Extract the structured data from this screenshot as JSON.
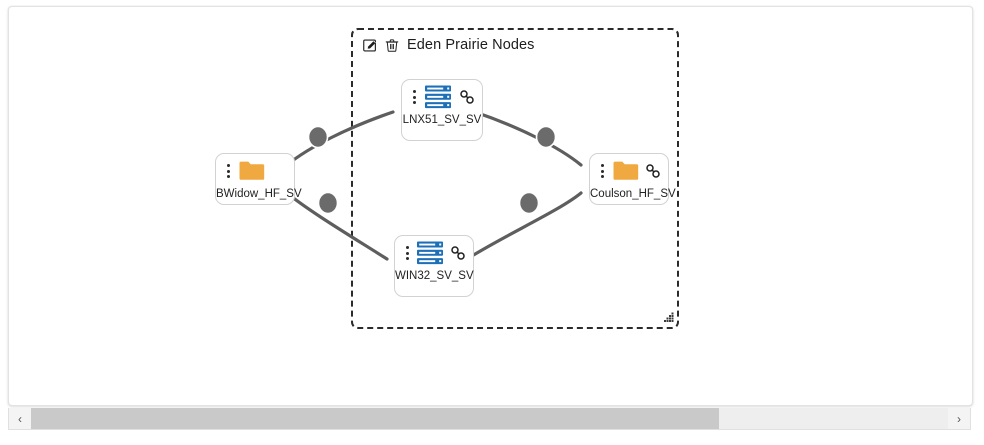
{
  "canvas": {
    "background_color": "#ffffff",
    "border_color": "#e3e3e3"
  },
  "group": {
    "title": "Eden Prairie Nodes",
    "border_style": "dashed",
    "border_color": "#2b2b2b",
    "edit_icon": "edit-pencil-icon",
    "delete_icon": "trash-icon",
    "resize_icon": "resize-grip-icon"
  },
  "nodes": [
    {
      "id": "lnx51",
      "label": "LNX51_SV_SV",
      "icon": "server-icon",
      "icon_color": "#1d70b8",
      "has_link_icon": true,
      "link_icon": "chain-link-icon",
      "menu_icon": "kebab-menu-icon",
      "in_group": true
    },
    {
      "id": "win32",
      "label": "WIN32_SV_SV",
      "icon": "server-icon",
      "icon_color": "#1d70b8",
      "has_link_icon": true,
      "link_icon": "chain-link-icon",
      "menu_icon": "kebab-menu-icon",
      "in_group": true
    },
    {
      "id": "bwidow",
      "label": "BWidow_HF_SV",
      "icon": "folder-icon",
      "icon_color": "#f0a840",
      "has_link_icon": false,
      "link_icon": "",
      "menu_icon": "kebab-menu-icon",
      "in_group": false
    },
    {
      "id": "coulson",
      "label": "Coulson_HF_SV",
      "icon": "folder-icon",
      "icon_color": "#f0a840",
      "has_link_icon": true,
      "link_icon": "chain-link-icon",
      "menu_icon": "kebab-menu-icon",
      "in_group": false
    }
  ],
  "edges": [
    {
      "id": "edge-bwidow-lnx51",
      "from": "bwidow",
      "to": "lnx51",
      "color": "#5e5e5e"
    },
    {
      "id": "edge-lnx51-coulson",
      "from": "lnx51",
      "to": "coulson",
      "color": "#5e5e5e"
    },
    {
      "id": "edge-bwidow-win32",
      "from": "bwidow",
      "to": "win32",
      "color": "#5e5e5e"
    },
    {
      "id": "edge-win32-coulson",
      "from": "win32",
      "to": "coulson",
      "color": "#5e5e5e"
    }
  ],
  "scrollbar": {
    "left_arrow": "‹",
    "right_arrow": "›",
    "thumb_color": "#c9c9c9",
    "track_color": "#eeeeee"
  }
}
